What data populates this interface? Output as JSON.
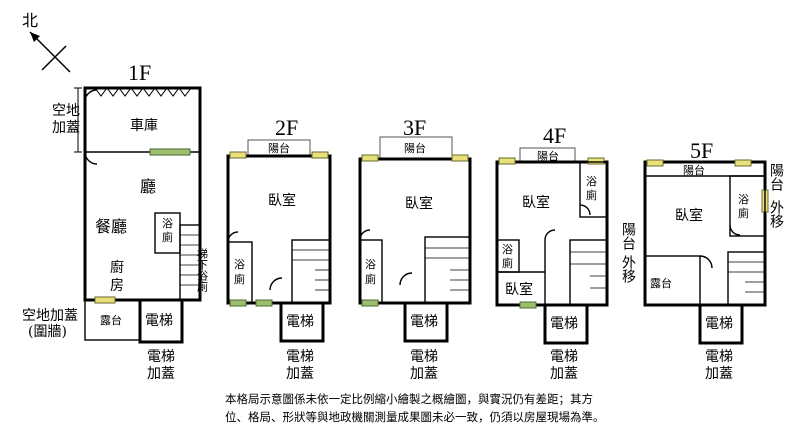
{
  "compass": {
    "north_label": "北"
  },
  "floors": {
    "f1": {
      "title": "1F",
      "garage": "車庫",
      "hall": "廳",
      "dining": "餐廳",
      "kitchen_1": "廚",
      "kitchen_2": "房",
      "bath_1": "浴",
      "bath_2": "廁",
      "stair_bath": "梯下浴廁",
      "terrace": "露台",
      "elevator": "電梯",
      "open_space_1": "空地",
      "open_space_2": "加蓋",
      "enclosure_label": "空地加蓋",
      "enclosure_paren": "(圍牆)"
    },
    "f2": {
      "title": "2F",
      "balcony": "陽台",
      "bedroom": "臥室",
      "bath_1": "浴",
      "bath_2": "廁",
      "elevator": "電梯"
    },
    "f3": {
      "title": "3F",
      "balcony": "陽台",
      "bedroom": "臥室",
      "bath_1": "浴",
      "bath_2": "廁",
      "elevator": "電梯"
    },
    "f4": {
      "title": "4F",
      "balcony": "陽台",
      "bedroom_1": "臥室",
      "bedroom_2": "臥室",
      "bath_1": "浴",
      "bath_2": "廁",
      "bath_3": "浴",
      "bath_4": "廁",
      "elevator": "電梯"
    },
    "f5": {
      "title": "5F",
      "balcony": "陽台",
      "bedroom": "臥室",
      "bath_1": "浴",
      "bath_2": "廁",
      "terrace": "露台",
      "elevator": "電梯",
      "balcony_out_1": "陽台",
      "balcony_out_2": "外移"
    }
  },
  "elevator_addon": {
    "line1": "電梯",
    "line2": "加蓋"
  },
  "disclaimer": {
    "line1": "本格局示意圖係未依一定比例縮小繪製之概繪圖，與實況仍有差距；其方",
    "line2": "位、格局、形狀等與地政機關測量成果圖未必一致，仍須以房屋現場為準。"
  },
  "colors": {
    "window_yellow": "#e8e07a",
    "window_green": "#9cc070"
  }
}
